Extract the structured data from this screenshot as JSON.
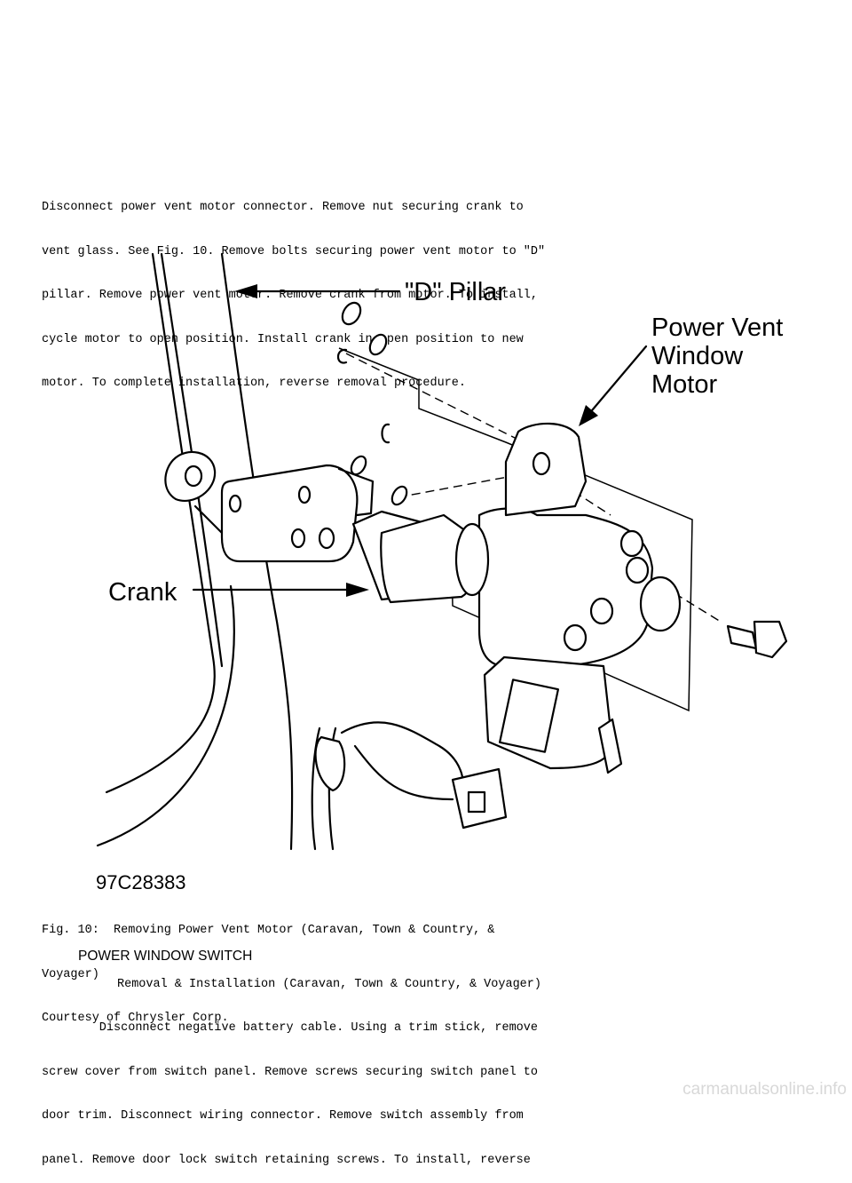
{
  "intro_text": [
    "Disconnect power vent motor connector. Remove nut securing crank to",
    "vent glass. See Fig. 10. Remove bolts securing power vent motor to \"D\"",
    "pillar. Remove power vent motor. Remove crank from motor. To install,",
    "cycle motor to open position. Install crank in open position to new",
    "motor. To complete installation, reverse removal procedure."
  ],
  "figure": {
    "labels": {
      "d_pillar": "\"D\" Pillar",
      "motor_line1": "Power Vent",
      "motor_line2": "Window",
      "motor_line3": "Motor",
      "crank": "Crank"
    },
    "figure_id": "97C28383"
  },
  "caption": [
    "Fig. 10:  Removing Power Vent Motor (Caravan, Town & Country, &",
    "Voyager)",
    "Courtesy of Chrysler Corp."
  ],
  "section_title": "POWER WINDOW SWITCH",
  "subheading": "Removal & Installation (Caravan, Town & Country, & Voyager)",
  "body_text": [
    "        Disconnect negative battery cable. Using a trim stick, remove",
    "screw cover from switch panel. Remove screws securing switch panel to",
    "door trim. Disconnect wiring connector. Remove switch assembly from",
    "panel. Remove door lock switch retaining screws. To install, reverse"
  ],
  "footer_watermark": "carmanualsonline.info"
}
